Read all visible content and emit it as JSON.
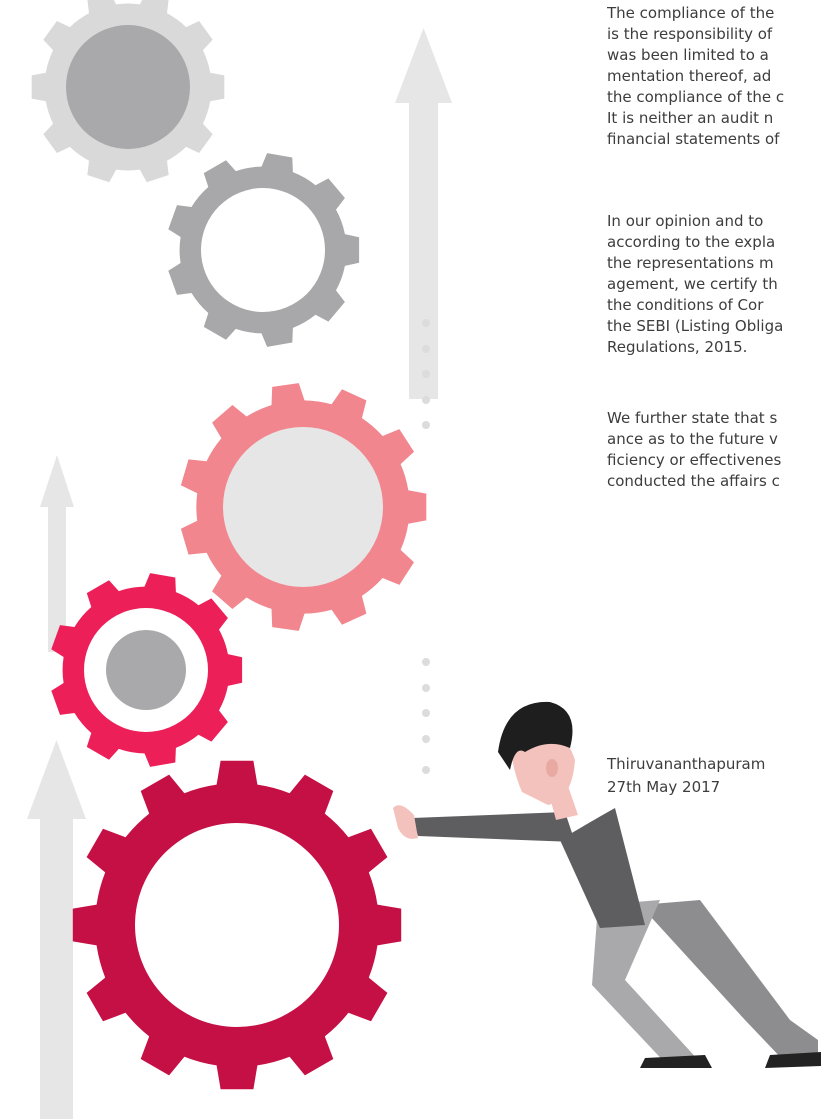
{
  "body": {
    "paragraphs": [
      {
        "lines": [
          "The compliance of the",
          "is the responsibility of",
          "was been limited to a",
          "mentation thereof, ad",
          "the compliance of the c",
          "It is neither an audit n",
          "financial statements of"
        ]
      },
      {
        "lines": [
          "In our opinion and to",
          "according to the expla",
          "the representations m",
          "agement, we certify th",
          "the conditions of Cor",
          "the SEBI (Listing Obliga",
          "Regulations, 2015."
        ]
      },
      {
        "lines": [
          "We further state that s",
          "ance as to the future v",
          "ficiency or effectivenes",
          "conducted the affairs c"
        ]
      }
    ]
  },
  "signature": {
    "place": "Thiruvananthapuram",
    "date": "27th May 2017"
  },
  "illustration": {
    "gears": [
      {
        "name": "gear-light-grey",
        "color": "#d9d9da",
        "hub": "#a9a9ab"
      },
      {
        "name": "gear-grey",
        "color": "#a8a8aa",
        "hub": "#ffffff"
      },
      {
        "name": "gear-pink",
        "color": "#f2868f",
        "hub": "#e6e6e7"
      },
      {
        "name": "gear-red",
        "color": "#ec1f58",
        "hub": "#a9a9ab"
      },
      {
        "name": "gear-crimson",
        "color": "#c51046",
        "hub": "#ffffff"
      }
    ],
    "arrow_color": "#e6e6e7",
    "dot_color": "#dcdcdd",
    "person": {
      "hair": "#1e1e1e",
      "skin": "#f4c2bd",
      "shirt": "#5e5e60",
      "trousers": "#a9a9ab",
      "shoes": "#222222"
    }
  }
}
